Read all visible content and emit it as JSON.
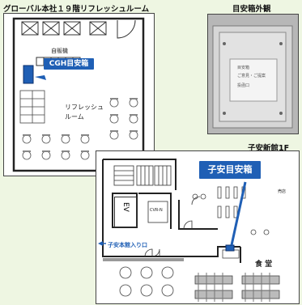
{
  "titles": {
    "hq_title": "グローバル本社１９階リフレッシュルーム",
    "box_exterior_title": "目安箱外観",
    "koyasu_title": "子安新館1F"
  },
  "hq": {
    "callout": "CGH目安箱",
    "vending": "自販機",
    "refresh_room": "リフレッシュ\nルーム"
  },
  "box": {
    "panel_lines": [
      "目安箱",
      "ご意見・ご提案",
      "投函口"
    ]
  },
  "koyasu": {
    "callout": "子安目安箱",
    "ev": "EV",
    "entrance": "子安本館入り口",
    "cafeteria": "食 堂",
    "room_label": "CVR-N",
    "side_label": "売店"
  },
  "colors": {
    "callout_bg": "#1f5fb5",
    "page_bg": "#eef6e2"
  }
}
